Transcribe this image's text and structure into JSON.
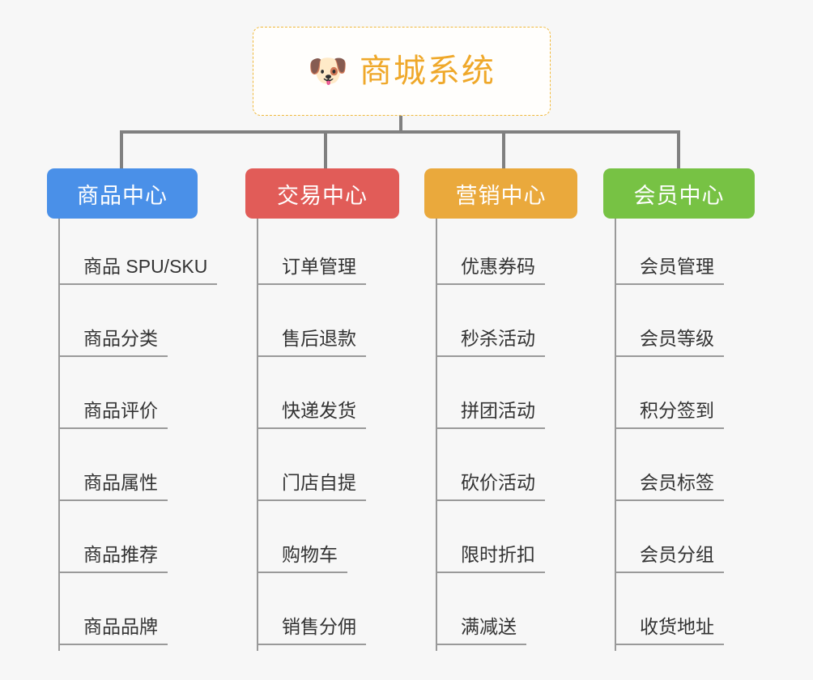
{
  "root": {
    "icon": "dog-face-emoji",
    "icon_glyph": "🐶",
    "title": "商城系统",
    "border_color": "#f0b93c",
    "text_color": "#efa82a"
  },
  "canvas": {
    "background": "#f7f7f7",
    "connector_color": "#808080",
    "leaf_line_color": "#9a9a9a"
  },
  "columns": [
    {
      "name": "product-center",
      "header": "商品中心",
      "color": "#4a90e8",
      "items": [
        "商品 SPU/SKU",
        "商品分类",
        "商品评价",
        "商品属性",
        "商品推荐",
        "商品品牌"
      ]
    },
    {
      "name": "trade-center",
      "header": "交易中心",
      "color": "#e15c58",
      "items": [
        "订单管理",
        "售后退款",
        "快递发货",
        "门店自提",
        "购物车",
        "销售分佣"
      ]
    },
    {
      "name": "marketing-center",
      "header": "营销中心",
      "color": "#eaa93c",
      "items": [
        "优惠券码",
        "秒杀活动",
        "拼团活动",
        "砍价活动",
        "限时折扣",
        "满减送"
      ]
    },
    {
      "name": "member-center",
      "header": "会员中心",
      "color": "#77c244",
      "items": [
        "会员管理",
        "会员等级",
        "积分签到",
        "会员标签",
        "会员分组",
        "收货地址"
      ]
    }
  ]
}
